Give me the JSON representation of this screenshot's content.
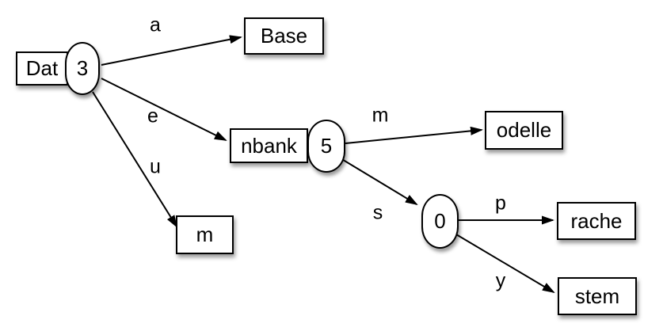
{
  "diagram": {
    "type": "trie",
    "background_color": "#ffffff",
    "stroke_color": "#000000",
    "fill_color": "#ffffff",
    "nodes": {
      "dat": {
        "label": "Dat",
        "shape": "rect"
      },
      "dat_count": {
        "label": "3",
        "shape": "ellipse"
      },
      "base": {
        "label": "Base",
        "shape": "rect"
      },
      "nbank": {
        "label": "nbank",
        "shape": "rect"
      },
      "nbank_count": {
        "label": "5",
        "shape": "ellipse"
      },
      "m_leaf": {
        "label": "m",
        "shape": "rect"
      },
      "odelle": {
        "label": "odelle",
        "shape": "rect"
      },
      "zero_count": {
        "label": "0",
        "shape": "ellipse"
      },
      "rache": {
        "label": "rache",
        "shape": "rect"
      },
      "stem": {
        "label": "stem",
        "shape": "rect"
      }
    },
    "edges": {
      "a": {
        "label": "a",
        "from": "dat_count",
        "to": "base"
      },
      "e": {
        "label": "e",
        "from": "dat_count",
        "to": "nbank"
      },
      "u": {
        "label": "u",
        "from": "dat_count",
        "to": "m_leaf"
      },
      "m": {
        "label": "m",
        "from": "nbank_count",
        "to": "odelle"
      },
      "s": {
        "label": "s",
        "from": "nbank_count",
        "to": "zero_count"
      },
      "p": {
        "label": "p",
        "from": "zero_count",
        "to": "rache"
      },
      "y": {
        "label": "y",
        "from": "zero_count",
        "to": "stem"
      }
    }
  }
}
